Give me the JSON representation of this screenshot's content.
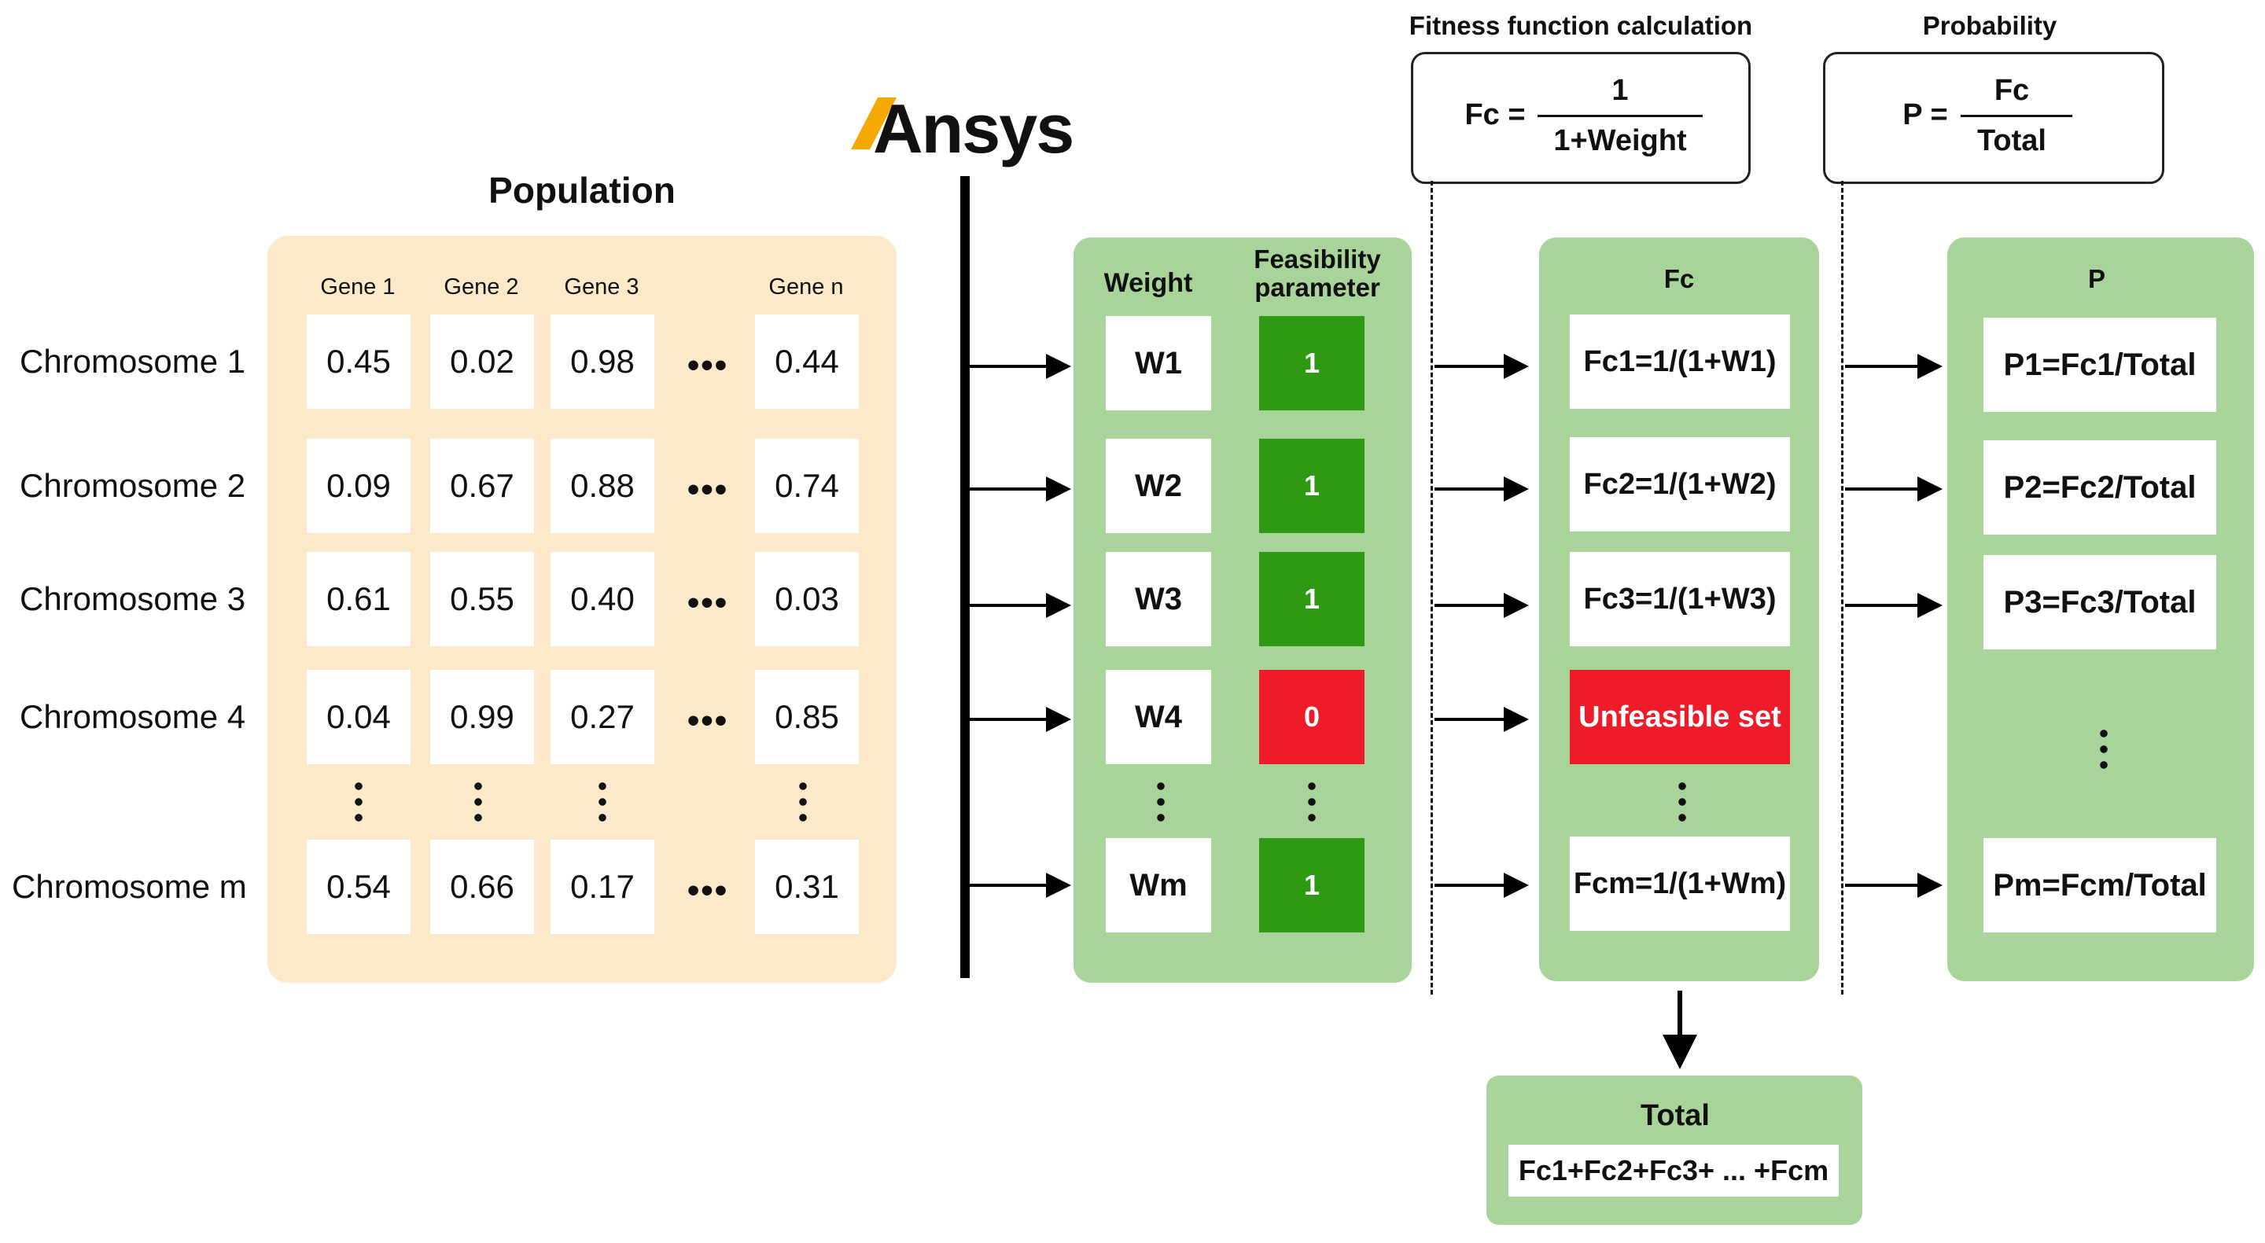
{
  "logo": {
    "text": "Ansys"
  },
  "population": {
    "title": "Population",
    "gene_headers": [
      "Gene 1",
      "Gene 2",
      "Gene 3",
      "Gene n"
    ],
    "chromosomes": [
      {
        "label": "Chromosome 1",
        "genes": [
          "0.45",
          "0.02",
          "0.98",
          "0.44"
        ]
      },
      {
        "label": "Chromosome 2",
        "genes": [
          "0.09",
          "0.67",
          "0.88",
          "0.74"
        ]
      },
      {
        "label": "Chromosome 3",
        "genes": [
          "0.61",
          "0.55",
          "0.40",
          "0.03"
        ]
      },
      {
        "label": "Chromosome 4",
        "genes": [
          "0.04",
          "0.99",
          "0.27",
          "0.85"
        ]
      },
      {
        "label": "Chromosome m",
        "genes": [
          "0.54",
          "0.66",
          "0.17",
          "0.31"
        ]
      }
    ],
    "ellipsis": "•••"
  },
  "weights": {
    "weight_header": "Weight",
    "feasibility_header_line1": "Feasibility",
    "feasibility_header_line2": "parameter",
    "rows": [
      {
        "weight": "W1",
        "feasibility": "1"
      },
      {
        "weight": "W2",
        "feasibility": "1"
      },
      {
        "weight": "W3",
        "feasibility": "1"
      },
      {
        "weight": "W4",
        "feasibility": "0"
      },
      {
        "weight": "Wm",
        "feasibility": "1"
      }
    ]
  },
  "fitness": {
    "section_title": "Fitness function calculation",
    "formula_lhs": "Fc =",
    "formula_numerator": "1",
    "formula_denominator": "1+Weight",
    "panel_header": "Fc",
    "rows": [
      "Fc1=1/(1+W1)",
      "Fc2=1/(1+W2)",
      "Fc3=1/(1+W3)",
      "Unfeasible set",
      "Fcm=1/(1+Wm)"
    ]
  },
  "probability": {
    "section_title": "Probability",
    "formula_lhs": "P =",
    "formula_numerator": "Fc",
    "formula_denominator": "Total",
    "panel_header": "P",
    "rows": [
      "P1=Fc1/Total",
      "P2=Fc2/Total",
      "P3=Fc3/Total",
      "Pm=Fcm/Total"
    ]
  },
  "total": {
    "title": "Total",
    "expression": "Fc1+Fc2+Fc3+ ... +Fcm"
  },
  "colors": {
    "population_bg": "#fbe9c9",
    "panel_green": "#a8d499",
    "feasible_green": "#2e9a14",
    "infeasible_red": "#ee1c2b",
    "logo_accent": "#f5a800"
  }
}
